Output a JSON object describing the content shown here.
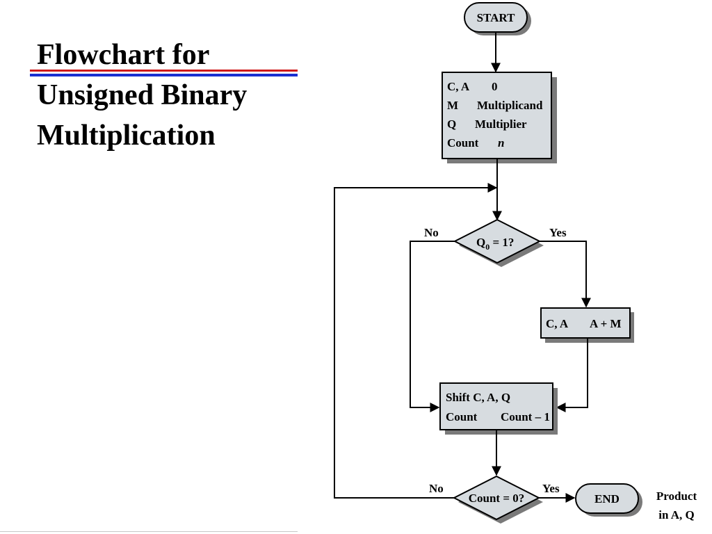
{
  "slide": {
    "title_lines": [
      "Flowchart for",
      "Unsigned Binary",
      "Multiplication"
    ]
  },
  "flowchart": {
    "start": "START",
    "init": {
      "rows": [
        {
          "reg": "C, A",
          "val": "0"
        },
        {
          "reg": "M",
          "val": "Multiplicand"
        },
        {
          "reg": "Q",
          "val": "Multiplier"
        },
        {
          "reg": "Count",
          "val": "n"
        }
      ]
    },
    "decision_q0": {
      "main": "Q",
      "sub": "0",
      "rest": " = 1?"
    },
    "no_label_1": "No",
    "yes_label_1": "Yes",
    "add_box": {
      "reg": "C, A",
      "val": "A + M"
    },
    "shift_box": {
      "line1": "Shift C, A, Q",
      "line2_reg": "Count",
      "line2_val": "Count – 1"
    },
    "decision_count": "Count = 0?",
    "no_label_2": "No",
    "yes_label_2": "Yes",
    "end": "END",
    "result_lines": [
      "Product",
      "in A, Q"
    ]
  },
  "colors": {
    "box_fill": "#d7dce0",
    "shadow": "#7a7a7a",
    "line": "#000000",
    "title_rule_red": "#d01818",
    "title_rule_blue": "#1a2fd0"
  }
}
